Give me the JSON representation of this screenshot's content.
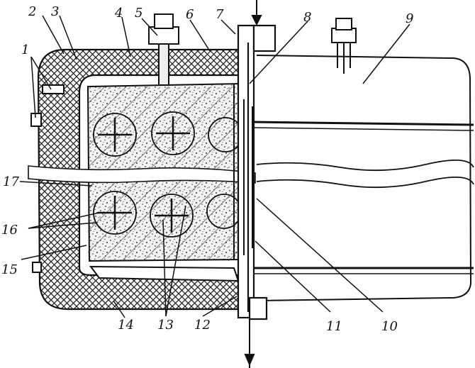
{
  "figure": {
    "callouts": [
      "1",
      "2",
      "3",
      "4",
      "5",
      "6",
      "7",
      "8",
      "9",
      "10",
      "11",
      "12",
      "13",
      "14",
      "15",
      "16",
      "17"
    ]
  },
  "colors": {
    "ink": "#111111",
    "paper": "#ffffff",
    "insulation_hatch": "#222222",
    "filler_speckle": "#333333"
  }
}
